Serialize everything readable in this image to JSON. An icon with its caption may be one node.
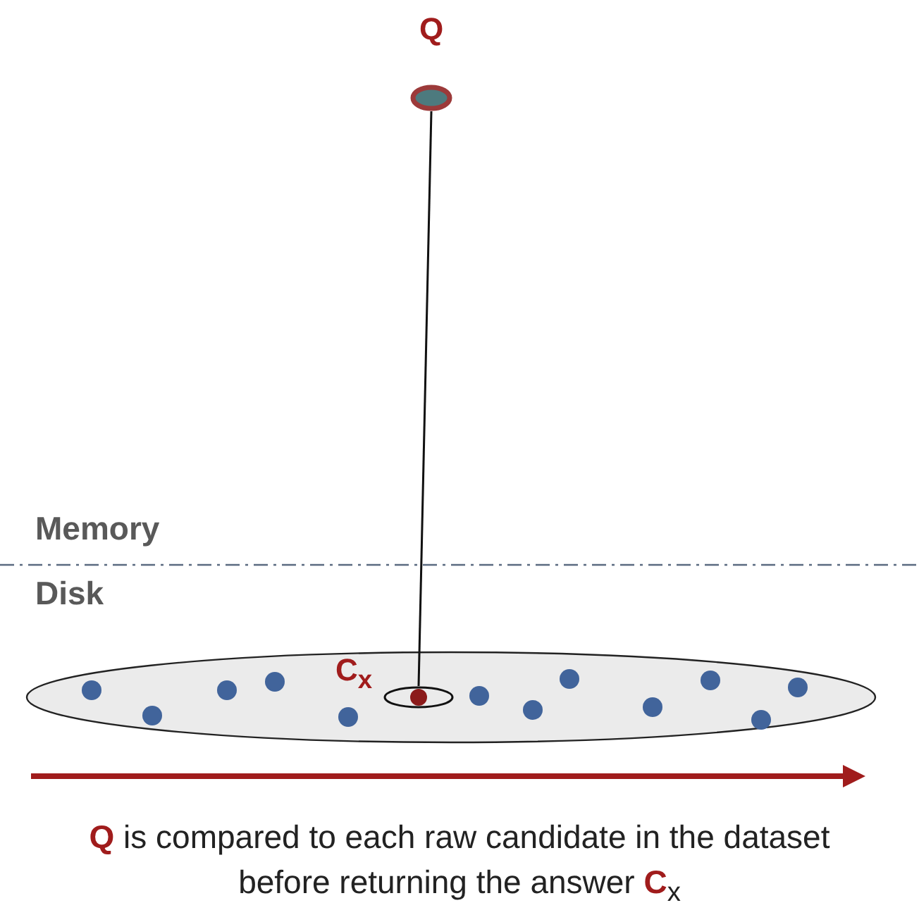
{
  "diagram": {
    "caption": "**Q** is compared to each raw candidate in the dataset before returning the answer **C**$_{x}$",
    "nodes": [
      {
        "text": [
          "Q"
        ]
      },
      {
        "text": [],
        "shape": "ellipse"
      },
      {
        "text": [],
        "shape": "circle",
        "in": 1
      },
      {
        "text": [],
        "shape": "circle",
        "in": 1
      },
      {
        "text": [],
        "shape": "circle",
        "in": 1
      },
      {
        "text": [],
        "shape": "circle",
        "in": 1
      },
      {
        "text": [],
        "shape": "circle",
        "in": 1
      },
      {
        "text": [],
        "shape": "ellipse",
        "in": 1,
        "beside": [
          "C$_{x}$"
        ]
      },
      {
        "text": [],
        "shape": "circle",
        "in": 1
      },
      {
        "text": [],
        "shape": "circle",
        "in": 1
      },
      {
        "text": [],
        "shape": "circle",
        "in": 1
      },
      {
        "text": [],
        "shape": "circle",
        "in": 1
      },
      {
        "text": [],
        "shape": "circle",
        "in": 1
      },
      {
        "text": [],
        "shape": "circle",
        "in": 1
      },
      {
        "text": [],
        "shape": "circle",
        "in": 1
      }
    ],
    "edges": [
      {
        "from": 0,
        "to": 7,
        "arrow": "none"
      }
    ],
    "labels": [
      "Memory",
      "Disk"
    ]
  }
}
